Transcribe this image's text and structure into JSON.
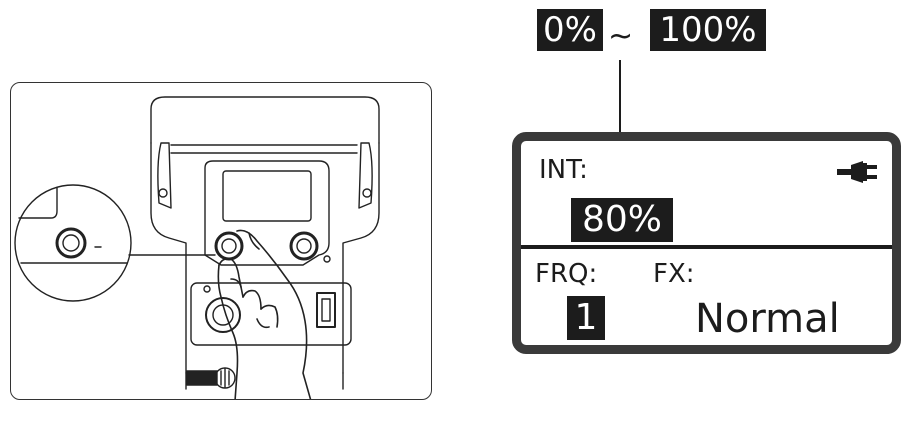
{
  "range": {
    "min_label": "0%",
    "separator": "~",
    "max_label": "100%"
  },
  "lcd": {
    "int_label": "INT:",
    "int_value": "80%",
    "power_icon": "plug-icon",
    "frq_label": "FRQ:",
    "frq_value": "1",
    "fx_label": "FX:",
    "fx_value": "Normal"
  },
  "colors": {
    "ink": "#1c1c1c",
    "lcd_frame": "#3a3a3a",
    "panel_border": "#333333",
    "background": "#ffffff"
  }
}
